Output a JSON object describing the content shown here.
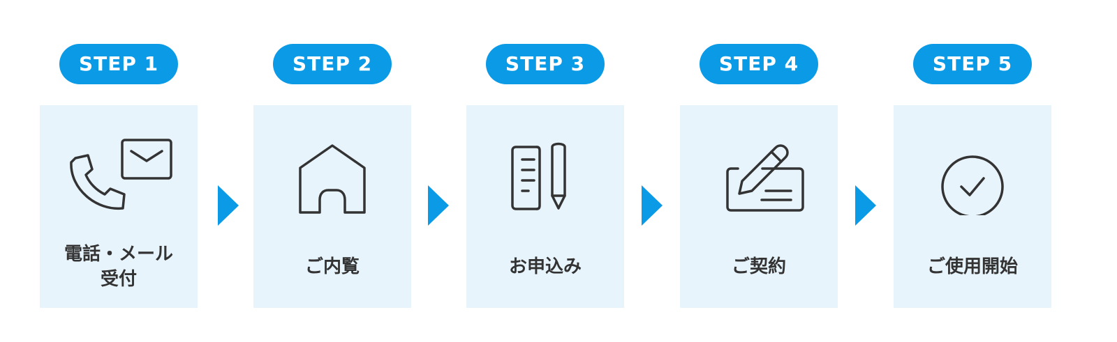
{
  "accent_color": "#0a9ae6",
  "card_color": "#e8f4fc",
  "steps": [
    {
      "badge": "STEP 1",
      "label": "電話・メール\n受付",
      "icon": "phone-mail-icon"
    },
    {
      "badge": "STEP 2",
      "label": "ご内覧",
      "icon": "house-icon"
    },
    {
      "badge": "STEP 3",
      "label": "お申込み",
      "icon": "document-pen-icon"
    },
    {
      "badge": "STEP 4",
      "label": "ご契約",
      "icon": "contract-sign-icon"
    },
    {
      "badge": "STEP 5",
      "label": "ご使用開始",
      "icon": "check-circle-icon"
    }
  ]
}
